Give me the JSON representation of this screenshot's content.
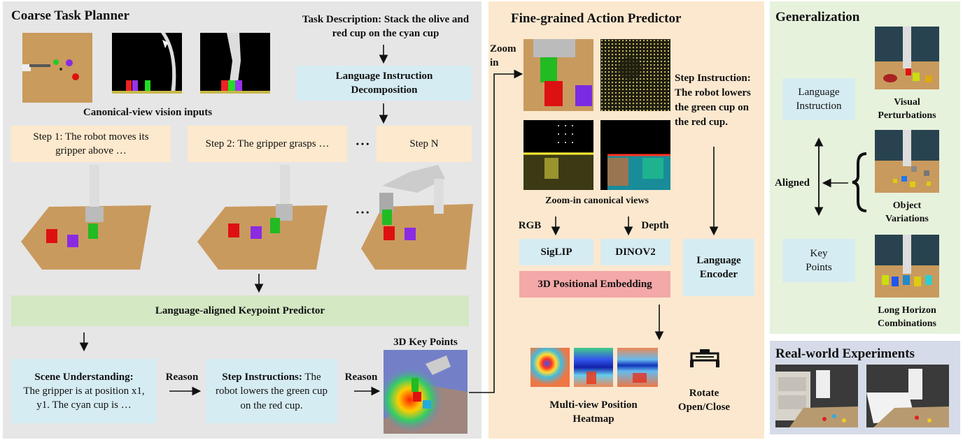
{
  "coarse": {
    "title": "Coarse Task Planner",
    "task_description": "Task Description: Stack the olive and red cup on the cyan cup",
    "lang_decomp": "Language Instruction Decomposition",
    "canonical_caption": "Canonical-view vision inputs",
    "step1": "Step 1: The robot moves its gripper above …",
    "step2": "Step 2: The gripper grasps …",
    "ellipsis": "• • •",
    "stepN": "Step N",
    "keypoint_predictor": "Language-aligned Keypoint Predictor",
    "scene_title": "Scene Understanding:",
    "scene_text": "The gripper is at position x1, y1. The cyan cup is …",
    "reason1": "Reason",
    "step_instr_title": "Step Instructions:",
    "step_instr_text": "The robot lowers the green cup on the red cup.",
    "reason2": "Reason",
    "keypoints_title": "3D Key Points"
  },
  "fine": {
    "title": "Fine-grained Action Predictor",
    "zoom_in": "Zoom in",
    "step_instruction": "Step Instruction: The robot lowers the green cup on the red cup.",
    "zoom_caption": "Zoom-in canonical views",
    "rgb": "RGB",
    "depth": "Depth",
    "siglip": "SigLIP",
    "dinov2": "DINOV2",
    "pos_embed": "3D Positional Embedding",
    "lang_encoder": "Language Encoder",
    "heatmap_caption": "Multi-view Position Heatmap",
    "rotate_caption": "Rotate Open/Close"
  },
  "generalization": {
    "title": "Generalization",
    "lang_instruction": "Language Instruction",
    "aligned": "Aligned",
    "key_points": "Key Points",
    "visual_perturb": "Visual Perturbations",
    "object_var": "Object Variations",
    "long_horizon": "Long Horizon Combinations"
  },
  "realworld": {
    "title": "Real-world Experiments"
  },
  "colors": {
    "coarse_bg": "#e6e6e6",
    "fine_bg": "#fbe8cf",
    "gen_bg": "#e6f2dc",
    "real_bg": "#d5dbe8",
    "blue_box": "#d6ecf3",
    "peach_box": "#fde9cd",
    "green_bar": "#d3e8c3",
    "pink_box": "#f4a8a8"
  }
}
